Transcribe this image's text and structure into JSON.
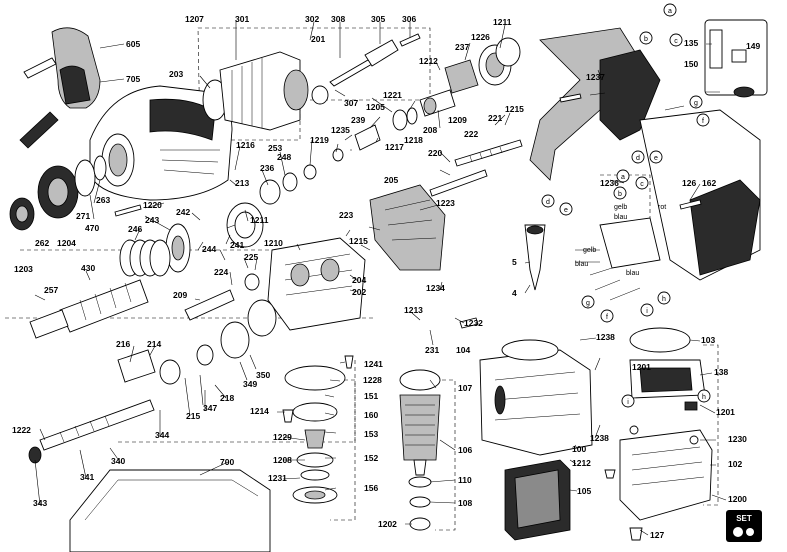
{
  "diagram": {
    "part_numbers": [
      "1207",
      "301",
      "302",
      "308",
      "305",
      "306",
      "1211",
      "605",
      "705",
      "203",
      "201",
      "1226",
      "237",
      "1212",
      "307",
      "1221",
      "1205",
      "239",
      "1209",
      "208",
      "1235",
      "1219",
      "1216",
      "1217",
      "1218",
      "222",
      "221",
      "1215",
      "253",
      "248",
      "236",
      "213",
      "220",
      "263",
      "1220",
      "271",
      "470",
      "262",
      "1204",
      "242",
      "243",
      "246",
      "241",
      "1211",
      "1210",
      "205",
      "223",
      "1223",
      "1215",
      "224",
      "225",
      "244",
      "430",
      "1203",
      "257",
      "209",
      "204",
      "202",
      "1234",
      "1213",
      "1232",
      "231",
      "216",
      "214",
      "350",
      "349",
      "218",
      "347",
      "215",
      "344",
      "1241",
      "1228",
      "151",
      "160",
      "153",
      "152",
      "156",
      "1214",
      "1229",
      "1208",
      "1231",
      "1222",
      "341",
      "340",
      "343",
      "700",
      "107",
      "106",
      "110",
      "108",
      "1202",
      "100",
      "1212",
      "105",
      "1238",
      "1238",
      "104",
      "103",
      "138",
      "1201",
      "1201",
      "1230",
      "102",
      "1200",
      "127",
      "135",
      "149",
      "150",
      "1237",
      "126",
      "162",
      "1236",
      "4",
      "5"
    ],
    "callouts": [
      "a",
      "b",
      "c",
      "d",
      "e",
      "f",
      "g",
      "h",
      "i"
    ],
    "wire_labels": [
      "gelb",
      "blau",
      "rot",
      "gelb",
      "blau",
      "blau"
    ],
    "set_label": "SET"
  }
}
